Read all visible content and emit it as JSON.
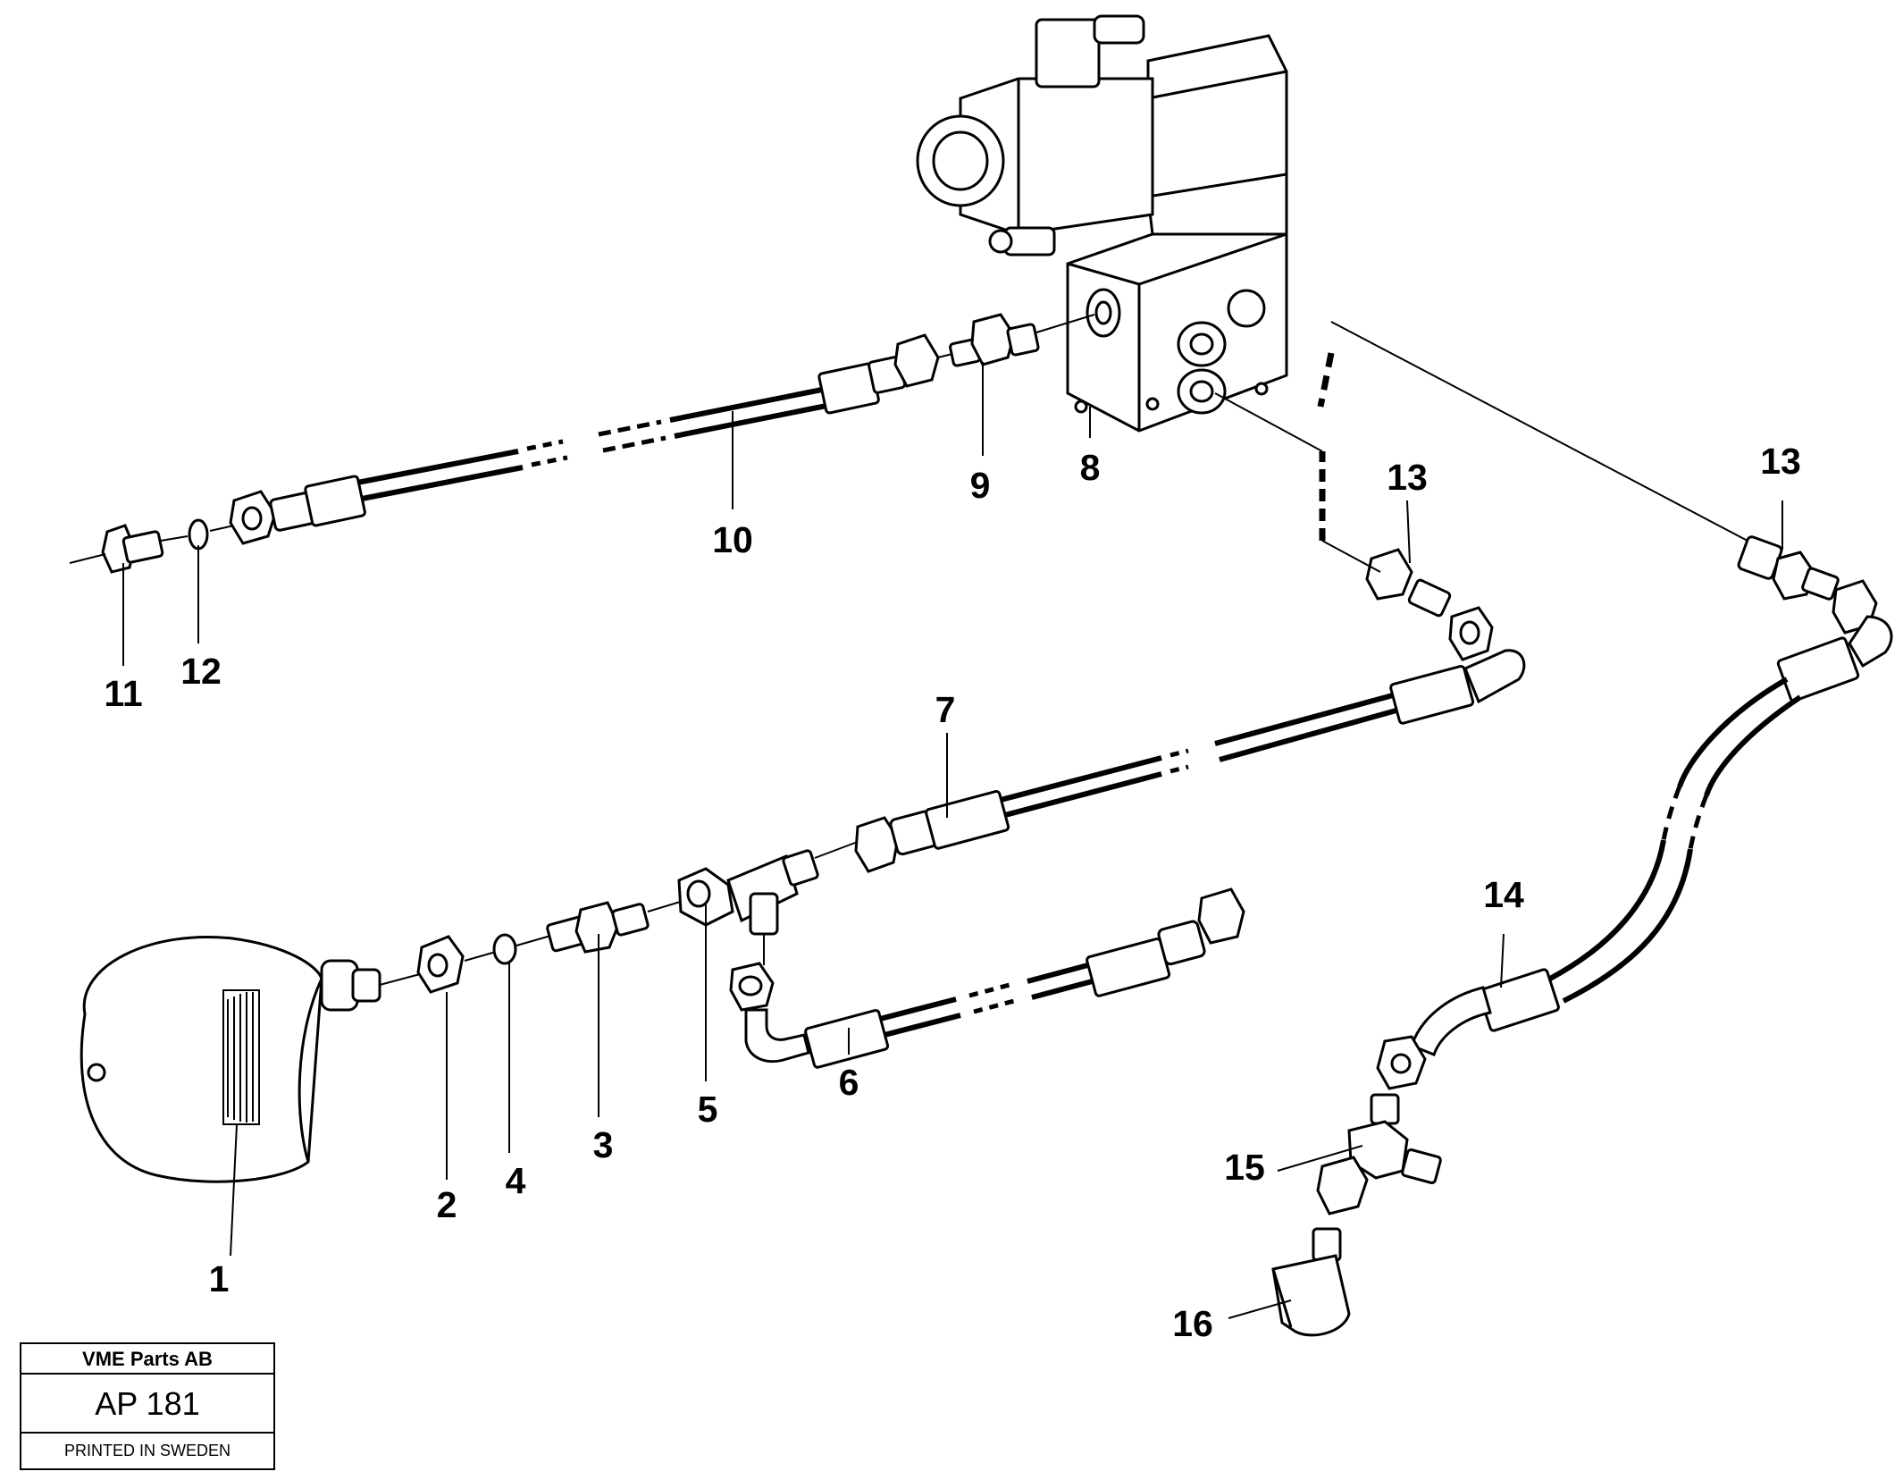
{
  "callouts": {
    "c1": "1",
    "c2": "2",
    "c3": "3",
    "c4": "4",
    "c5": "5",
    "c6": "6",
    "c7": "7",
    "c8": "8",
    "c9": "9",
    "c10": "10",
    "c11": "11",
    "c12": "12",
    "c13a": "13",
    "c13b": "13",
    "c14": "14",
    "c15": "15",
    "c16": "16"
  },
  "stamp": {
    "company": "VME Parts AB",
    "code": "AP 181",
    "printed": "PRINTED IN SWEDEN"
  }
}
